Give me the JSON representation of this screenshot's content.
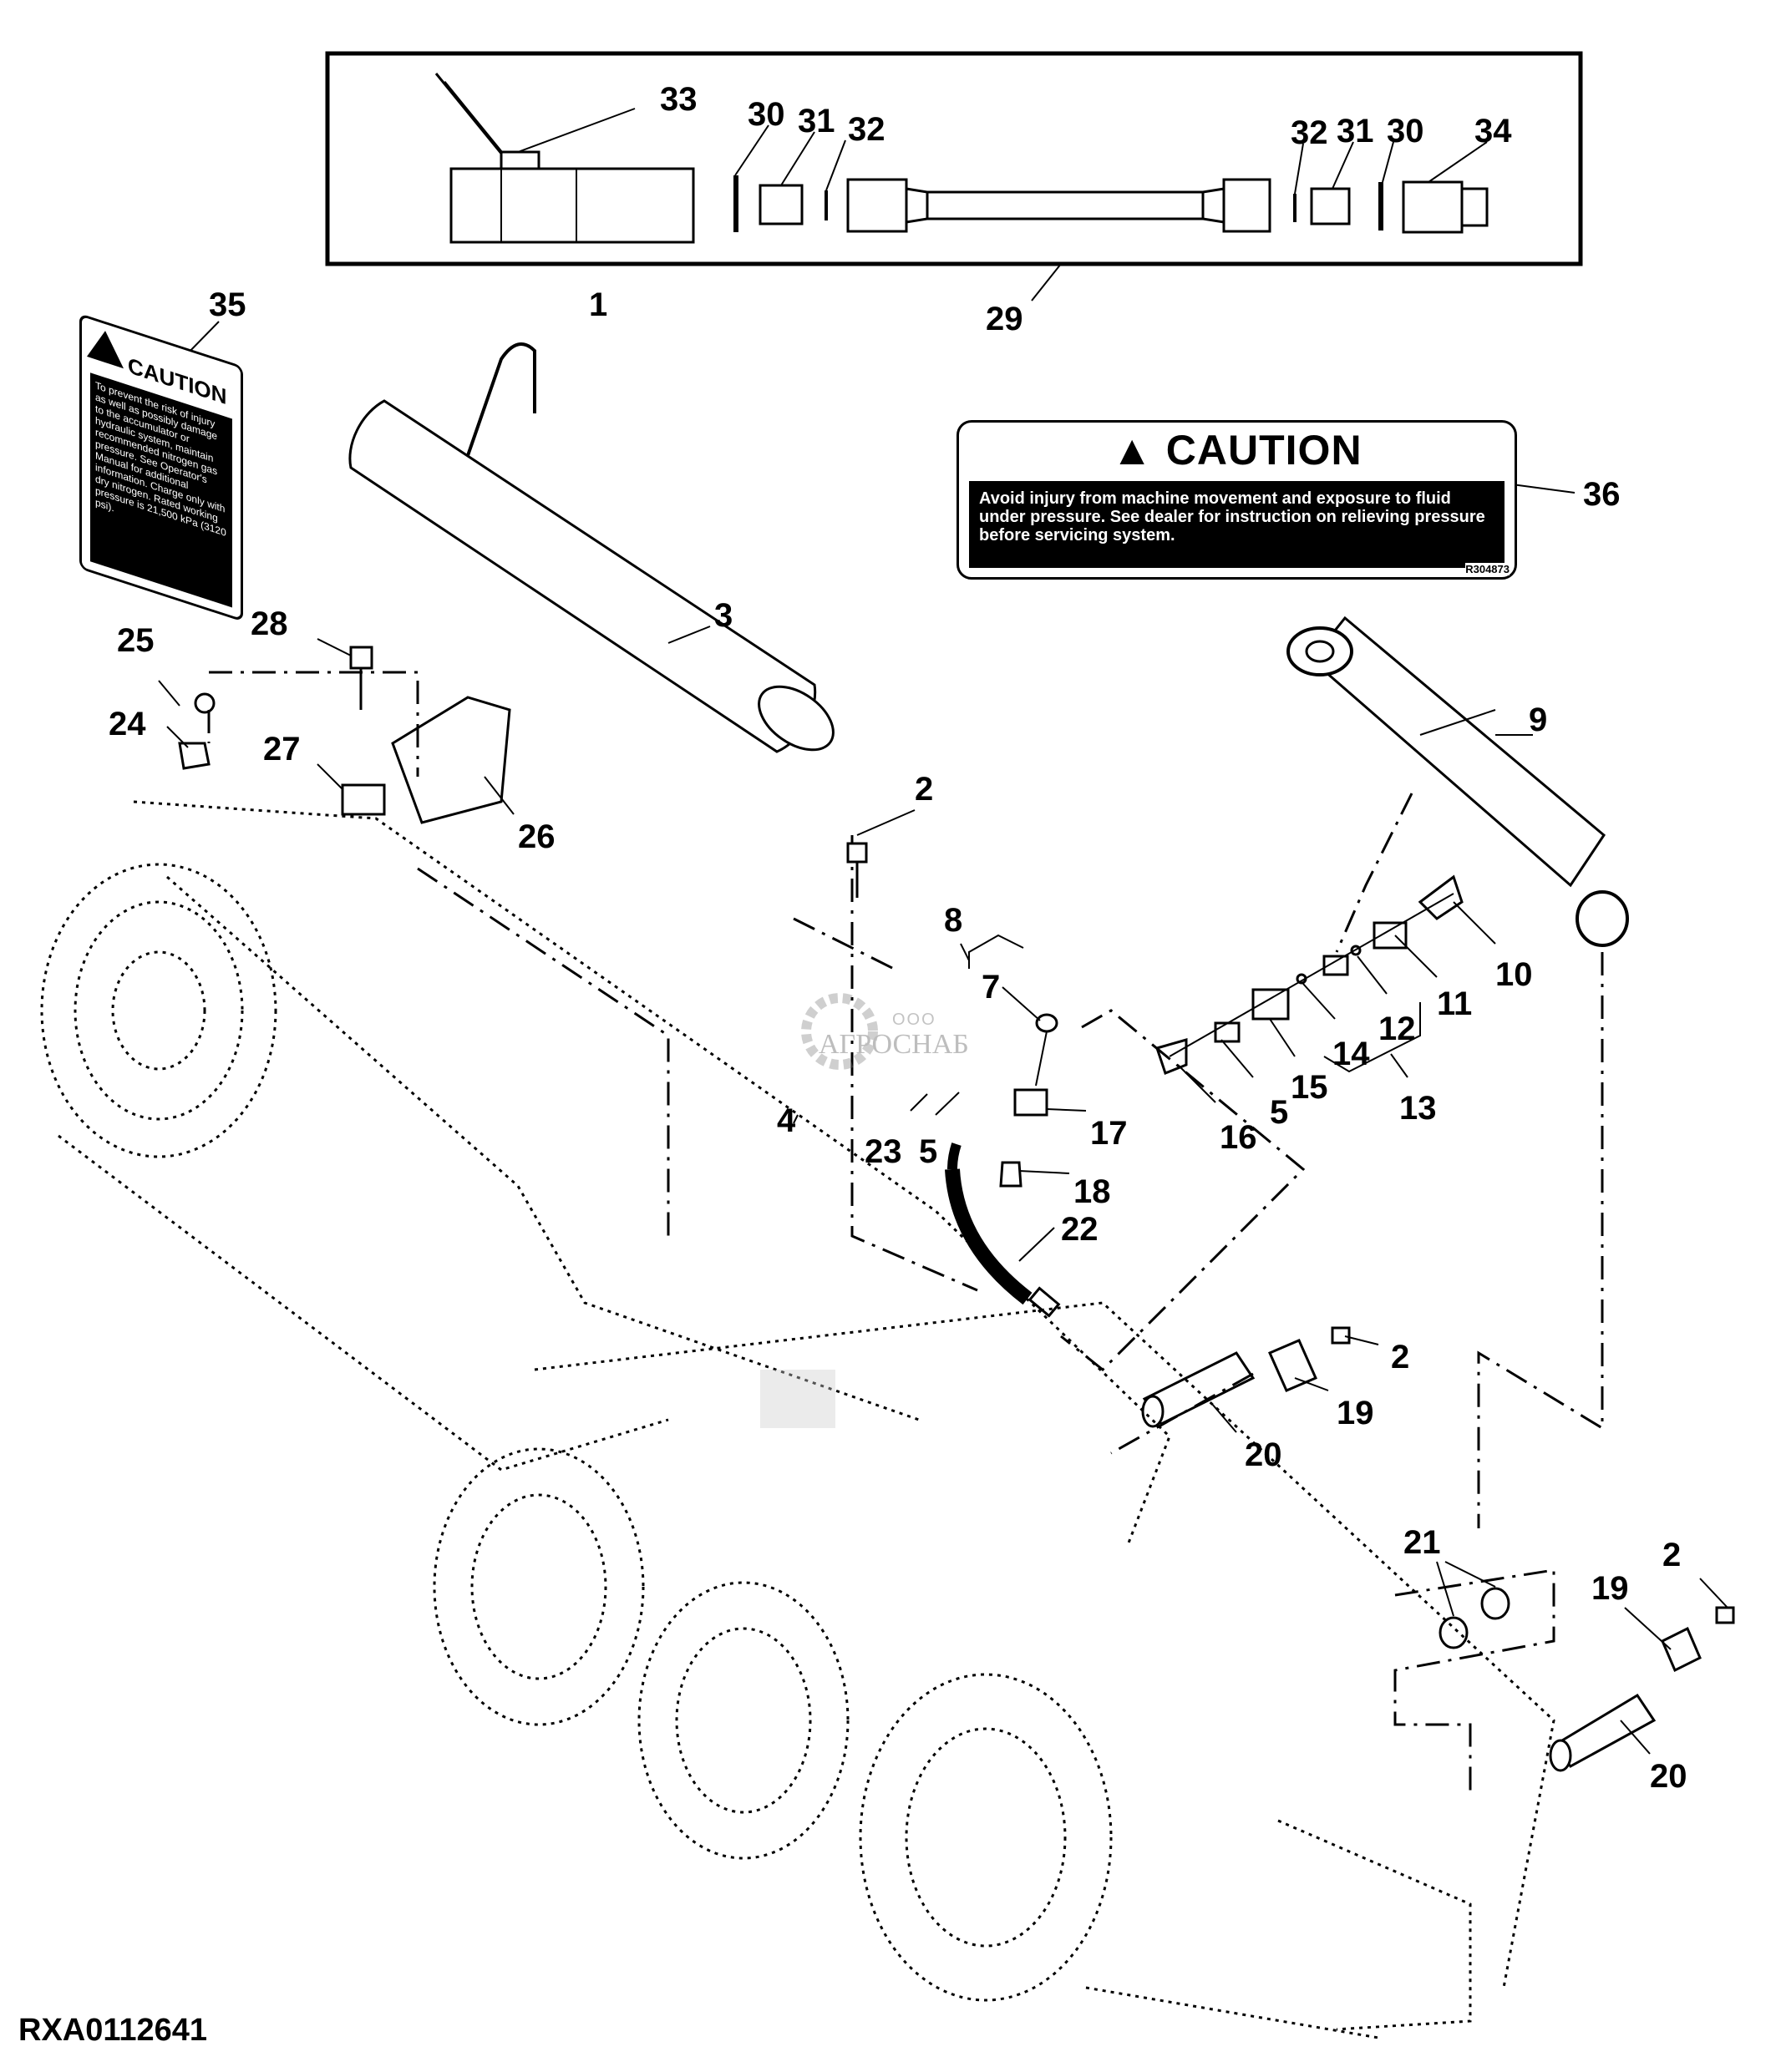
{
  "figure_id": "RXA0112641",
  "watermark": {
    "prefix": "ООО",
    "brand": "АГРОСНАБ"
  },
  "caution_decal_36": {
    "title": "▲ CAUTION",
    "text": "Avoid injury from machine movement and exposure to fluid under pressure. See dealer for instruction on relieving pressure before servicing system.",
    "code": "R304873"
  },
  "caution_decal_35": {
    "title": "CAUTION",
    "text": "To prevent the risk of injury as well as possibly damage to the accumulator or hydraulic system, maintain recommended nitrogen gas pressure. See Operator's Manual for additional information. Charge only with dry nitrogen. Rated working pressure is 21,500 kPa (3120 psi)."
  },
  "callouts": {
    "c1": "1",
    "c2a": "2",
    "c2b": "2",
    "c2c": "2",
    "c3": "3",
    "c4": "4",
    "c5a": "5",
    "c5b": "5",
    "c7": "7",
    "c8": "8",
    "c9": "9",
    "c10": "10",
    "c11": "11",
    "c12": "12",
    "c13": "13",
    "c14": "14",
    "c15": "15",
    "c16": "16",
    "c17": "17",
    "c18": "18",
    "c19a": "19",
    "c19b": "19",
    "c20a": "20",
    "c20b": "20",
    "c21": "21",
    "c22": "22",
    "c23": "23",
    "c24": "24",
    "c25": "25",
    "c26": "26",
    "c27": "27",
    "c28": "28",
    "c29": "29",
    "c30a": "30",
    "c30b": "30",
    "c31a": "31",
    "c31b": "31",
    "c32a": "32",
    "c32b": "32",
    "c33": "33",
    "c34": "34",
    "c35": "35",
    "c36": "36"
  }
}
